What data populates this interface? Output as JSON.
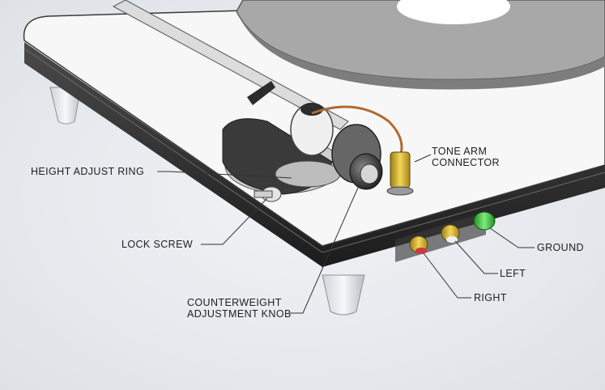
{
  "callouts": {
    "tone_arm_connector": [
      "TONE ARM",
      "CONNECTOR"
    ],
    "height_adjust_ring": "HEIGHT ADJUST RING",
    "lock_screw": "LOCK SCREW",
    "counterweight_knob": [
      "COUNTERWEIGHT",
      "ADJUSTMENT KNOB"
    ],
    "ground": "GROUND",
    "left": "LEFT",
    "right": "RIGHT"
  },
  "colors": {
    "background": "#e8ebef",
    "plinth_top": "#f6f6f6",
    "plinth_edge": "#2b2b2b",
    "platter": "#a9a9a9",
    "gold_jack": "#d8b52a",
    "green_jack": "#3cc43c",
    "leader_line": "#333333",
    "copper_wire": "#b06a2e"
  }
}
